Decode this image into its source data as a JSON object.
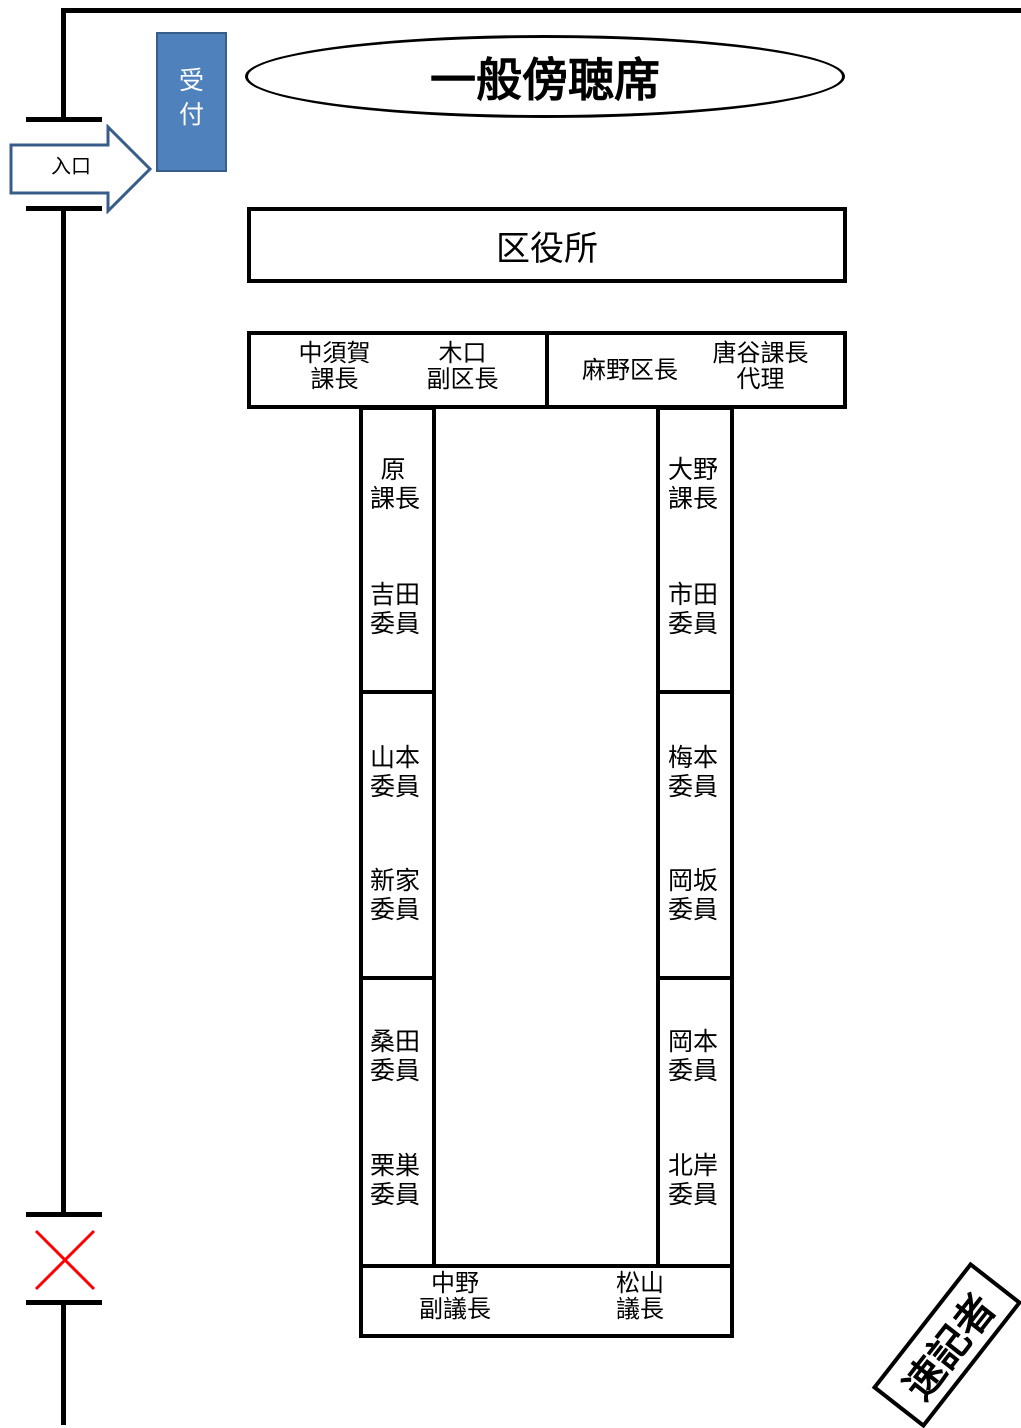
{
  "title": "一般傍聴席",
  "reception": [
    "受",
    "付"
  ],
  "entrance": "入口",
  "ward_office": "区役所",
  "head_table": [
    {
      "line1": "中須賀",
      "line2": "課長"
    },
    {
      "line1": "木口",
      "line2": "副区長"
    },
    {
      "line1": "麻野区長",
      "line2": ""
    },
    {
      "line1": "唐谷課長",
      "line2": "代理"
    }
  ],
  "left_column": [
    [
      "原",
      "課長"
    ],
    [
      "吉田",
      "委員"
    ],
    [
      "山本",
      "委員"
    ],
    [
      "新家",
      "委員"
    ],
    [
      "桑田",
      "委員"
    ],
    [
      "栗巣",
      "委員"
    ]
  ],
  "right_column": [
    [
      "大野",
      "課長"
    ],
    [
      "市田",
      "委員"
    ],
    [
      "梅本",
      "委員"
    ],
    [
      "岡坂",
      "委員"
    ],
    [
      "岡本",
      "委員"
    ],
    [
      "北岸",
      "委員"
    ]
  ],
  "bottom_table": [
    {
      "line1": "中野",
      "line2": "副議長"
    },
    {
      "line1": "松山",
      "line2": "議長"
    }
  ],
  "stenographer": "速記者",
  "colors": {
    "reception": "#4f81bd",
    "closed_door_mark": "#ff0000"
  },
  "icons": {
    "closed_door": "x-mark-icon",
    "entrance_arrow": "arrow-right-icon"
  }
}
